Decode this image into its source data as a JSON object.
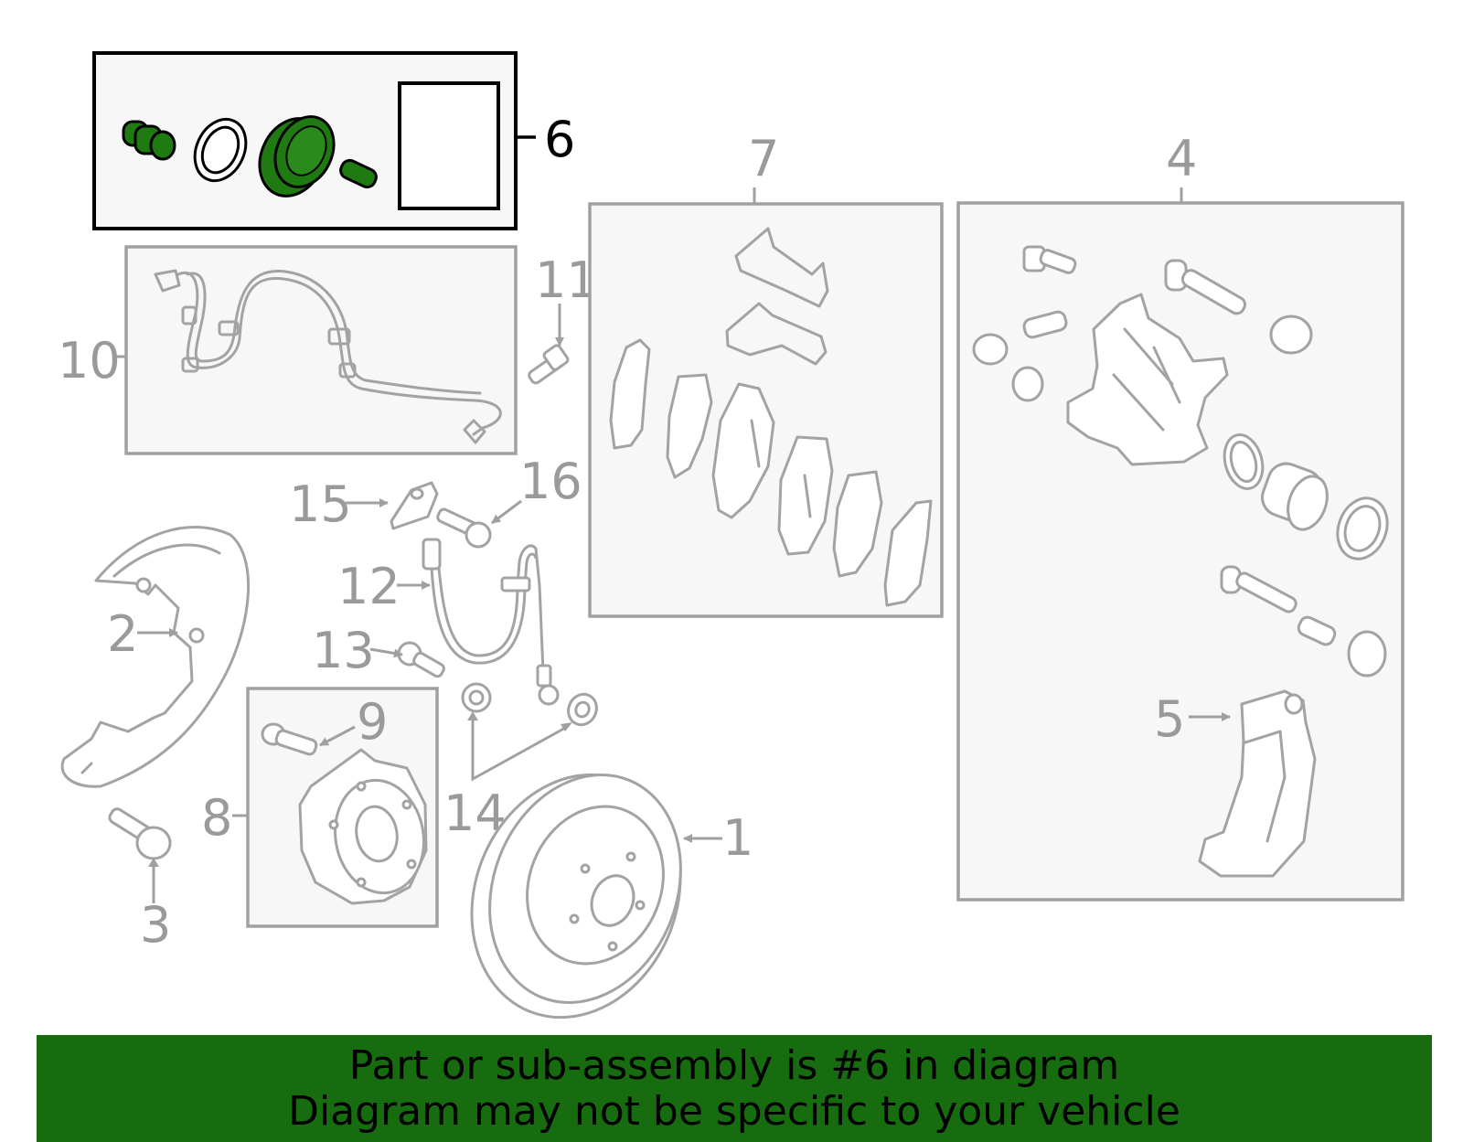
{
  "labels": {
    "l1": "1",
    "l2": "2",
    "l3": "3",
    "l4": "4",
    "l5": "5",
    "l6": "6",
    "l7": "7",
    "l8": "8",
    "l9": "9",
    "l10": "10",
    "l11": "11",
    "l12": "12",
    "l13": "13",
    "l14": "14",
    "l15": "15",
    "l16": "16"
  },
  "highlighted_part": "6",
  "colors": {
    "highlight": "#1f7a12",
    "banner": "#176c10",
    "part_stroke": "#a3a3a3"
  },
  "banner": {
    "line1": "Part or sub-assembly is #6 in diagram",
    "line2": "Diagram may not be specific to your vehicle"
  }
}
